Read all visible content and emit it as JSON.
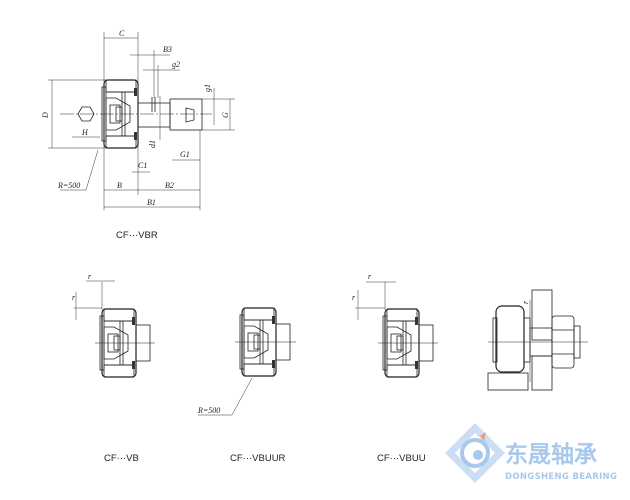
{
  "top_drawing": {
    "caption": "CF···VBR",
    "labels": {
      "C": "C",
      "B3": "B3",
      "g2": "g2",
      "g1": "g1",
      "G": "G",
      "D": "D",
      "H": "H",
      "d1": "d1",
      "C1": "C1",
      "G1": "G1",
      "R": "R=500",
      "B": "B",
      "B2": "B2",
      "B1": "B1"
    }
  },
  "bottom_drawings": [
    {
      "caption": "CF···VB",
      "labels": [
        "r",
        "r"
      ]
    },
    {
      "caption": "CF···VBUUR",
      "labels": [
        "R=500"
      ]
    },
    {
      "caption": "CF···VBUU",
      "labels": [
        "r",
        "r"
      ]
    },
    {
      "caption": "",
      "labels": [
        "r"
      ]
    }
  ],
  "logo": {
    "chinese": "东晟轴承",
    "english": "DONGSHENG BEARING",
    "color": "#a8c8ec",
    "accent": "#f0a070"
  }
}
